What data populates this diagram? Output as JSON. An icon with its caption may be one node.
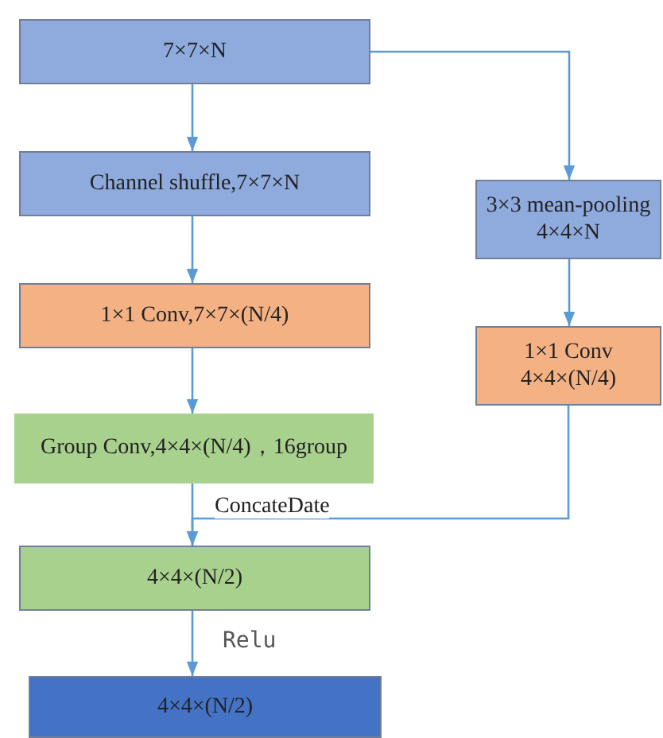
{
  "diagram": {
    "nodes": [
      {
        "text": [
          "7×7×N"
        ]
      },
      {
        "text": [
          "Channel shuffle,7×7×N"
        ]
      },
      {
        "text": [
          "1×1 Conv,7×7×(N/4)"
        ]
      },
      {
        "text": [
          "Group Conv,4×4×(N/4)，16group"
        ]
      },
      {
        "text": [
          "4×4×(N/2)"
        ]
      },
      {
        "text": [
          "4×4×(N/2)"
        ]
      },
      {
        "text": [
          "3×3 mean-pooling 4×4×N"
        ]
      },
      {
        "text": [
          "1×1 Conv 4×4×(N/4)"
        ]
      }
    ],
    "edges": [
      {
        "from": 0,
        "to": 1,
        "arrow": "to"
      },
      {
        "from": 1,
        "to": 2,
        "arrow": "to"
      },
      {
        "from": 2,
        "to": 3,
        "arrow": "to"
      },
      {
        "from": 3,
        "to": 4,
        "arrow": "to"
      },
      {
        "from": 7,
        "to": 4,
        "arrow": "to",
        "label": "ConcateDate"
      },
      {
        "from": 4,
        "to": 5,
        "arrow": "to",
        "label": "Relu"
      },
      {
        "from": 0,
        "to": 6,
        "arrow": "to"
      },
      {
        "from": 6,
        "to": 7,
        "arrow": "to"
      }
    ]
  }
}
